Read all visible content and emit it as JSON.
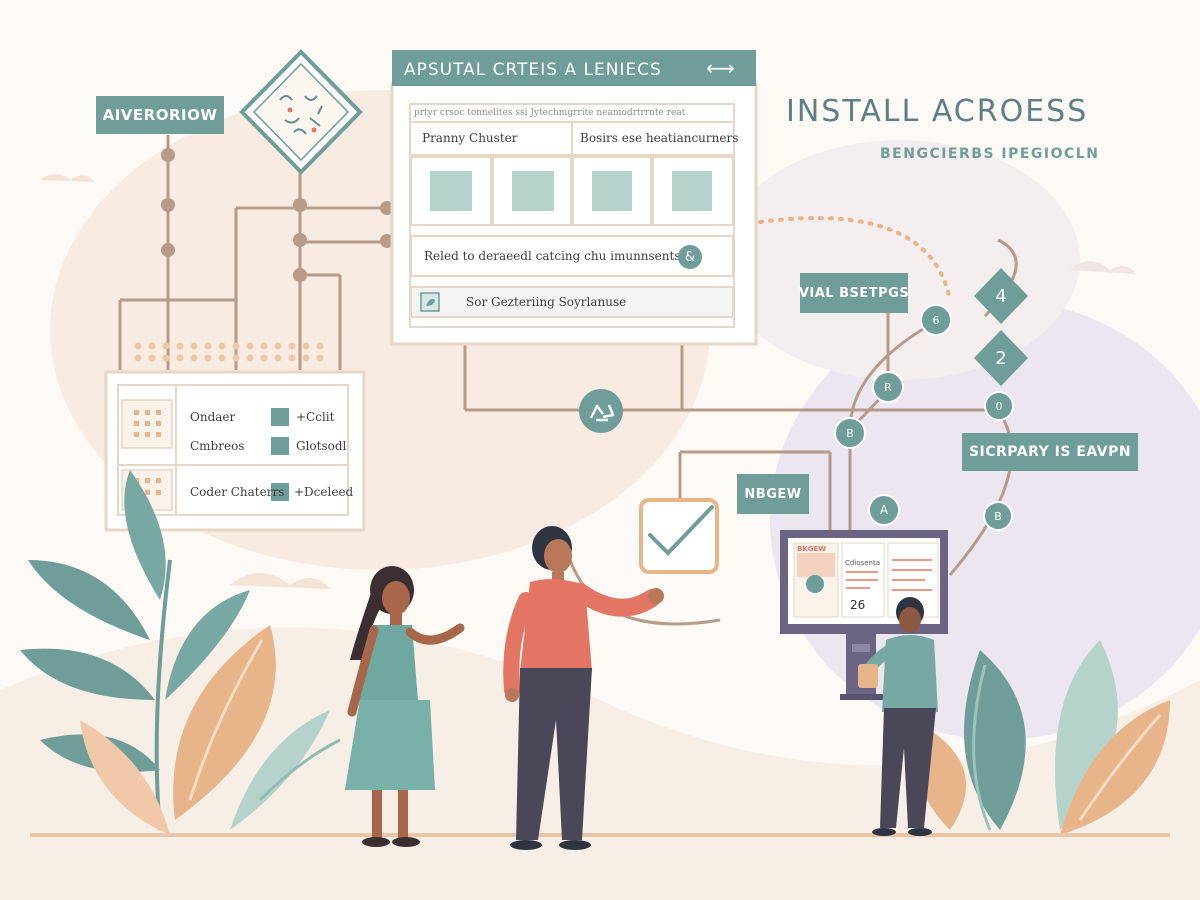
{
  "heading": {
    "title": "INSTALL ACROESS",
    "subtitle": "BENGCIERBS IPEGIOCLN"
  },
  "window": {
    "title": "APSUTAL CRTEIS A LENIECS",
    "arrow_icon": "double-arrow-icon",
    "tiny_row": "prtyr crsoc tonnelites ssi  Jytechmgrrite neamodrtrrnte reat",
    "col_left": "Pranny  Chuster",
    "col_right": "Bosirs ese heatiancurners",
    "notice": "Reled to deraeedl  catcing chu imunnsents",
    "notice_icon": "ampersand-icon",
    "bottom_row": "Sor Gezteriing Soyrlanuse"
  },
  "labels": {
    "aiverorow": "AIVERORIOW",
    "vial": "VIAL BSETPGS",
    "nbgew": "NBGEW",
    "sicrpary": "SICRPARY IS EAVPN"
  },
  "side_panel": {
    "rows": [
      {
        "label": "Ondaer",
        "value": "+Cclit"
      },
      {
        "label": "Cmbreos",
        "value": "Glotsodl"
      },
      {
        "label": "Coder Chaterrs",
        "value": "+Dceleed"
      }
    ]
  },
  "badges": [
    "4",
    "2",
    "6",
    "R",
    "0",
    "B",
    "A",
    "B"
  ],
  "kiosk": {
    "tab1": "BKGEW",
    "tab2": "Cdiosenta",
    "number": "26"
  },
  "icons": [
    "pattern-diamond-icon",
    "recycle-icon",
    "checkmark-icon",
    "leaf-icon",
    "person-icon"
  ],
  "colors": {
    "teal": "#6f9d9a",
    "sand": "#e7d6c3",
    "brown": "#b79b88",
    "coral": "#e27563",
    "peach": "#e8b48a",
    "lavender": "#ece6f0"
  }
}
